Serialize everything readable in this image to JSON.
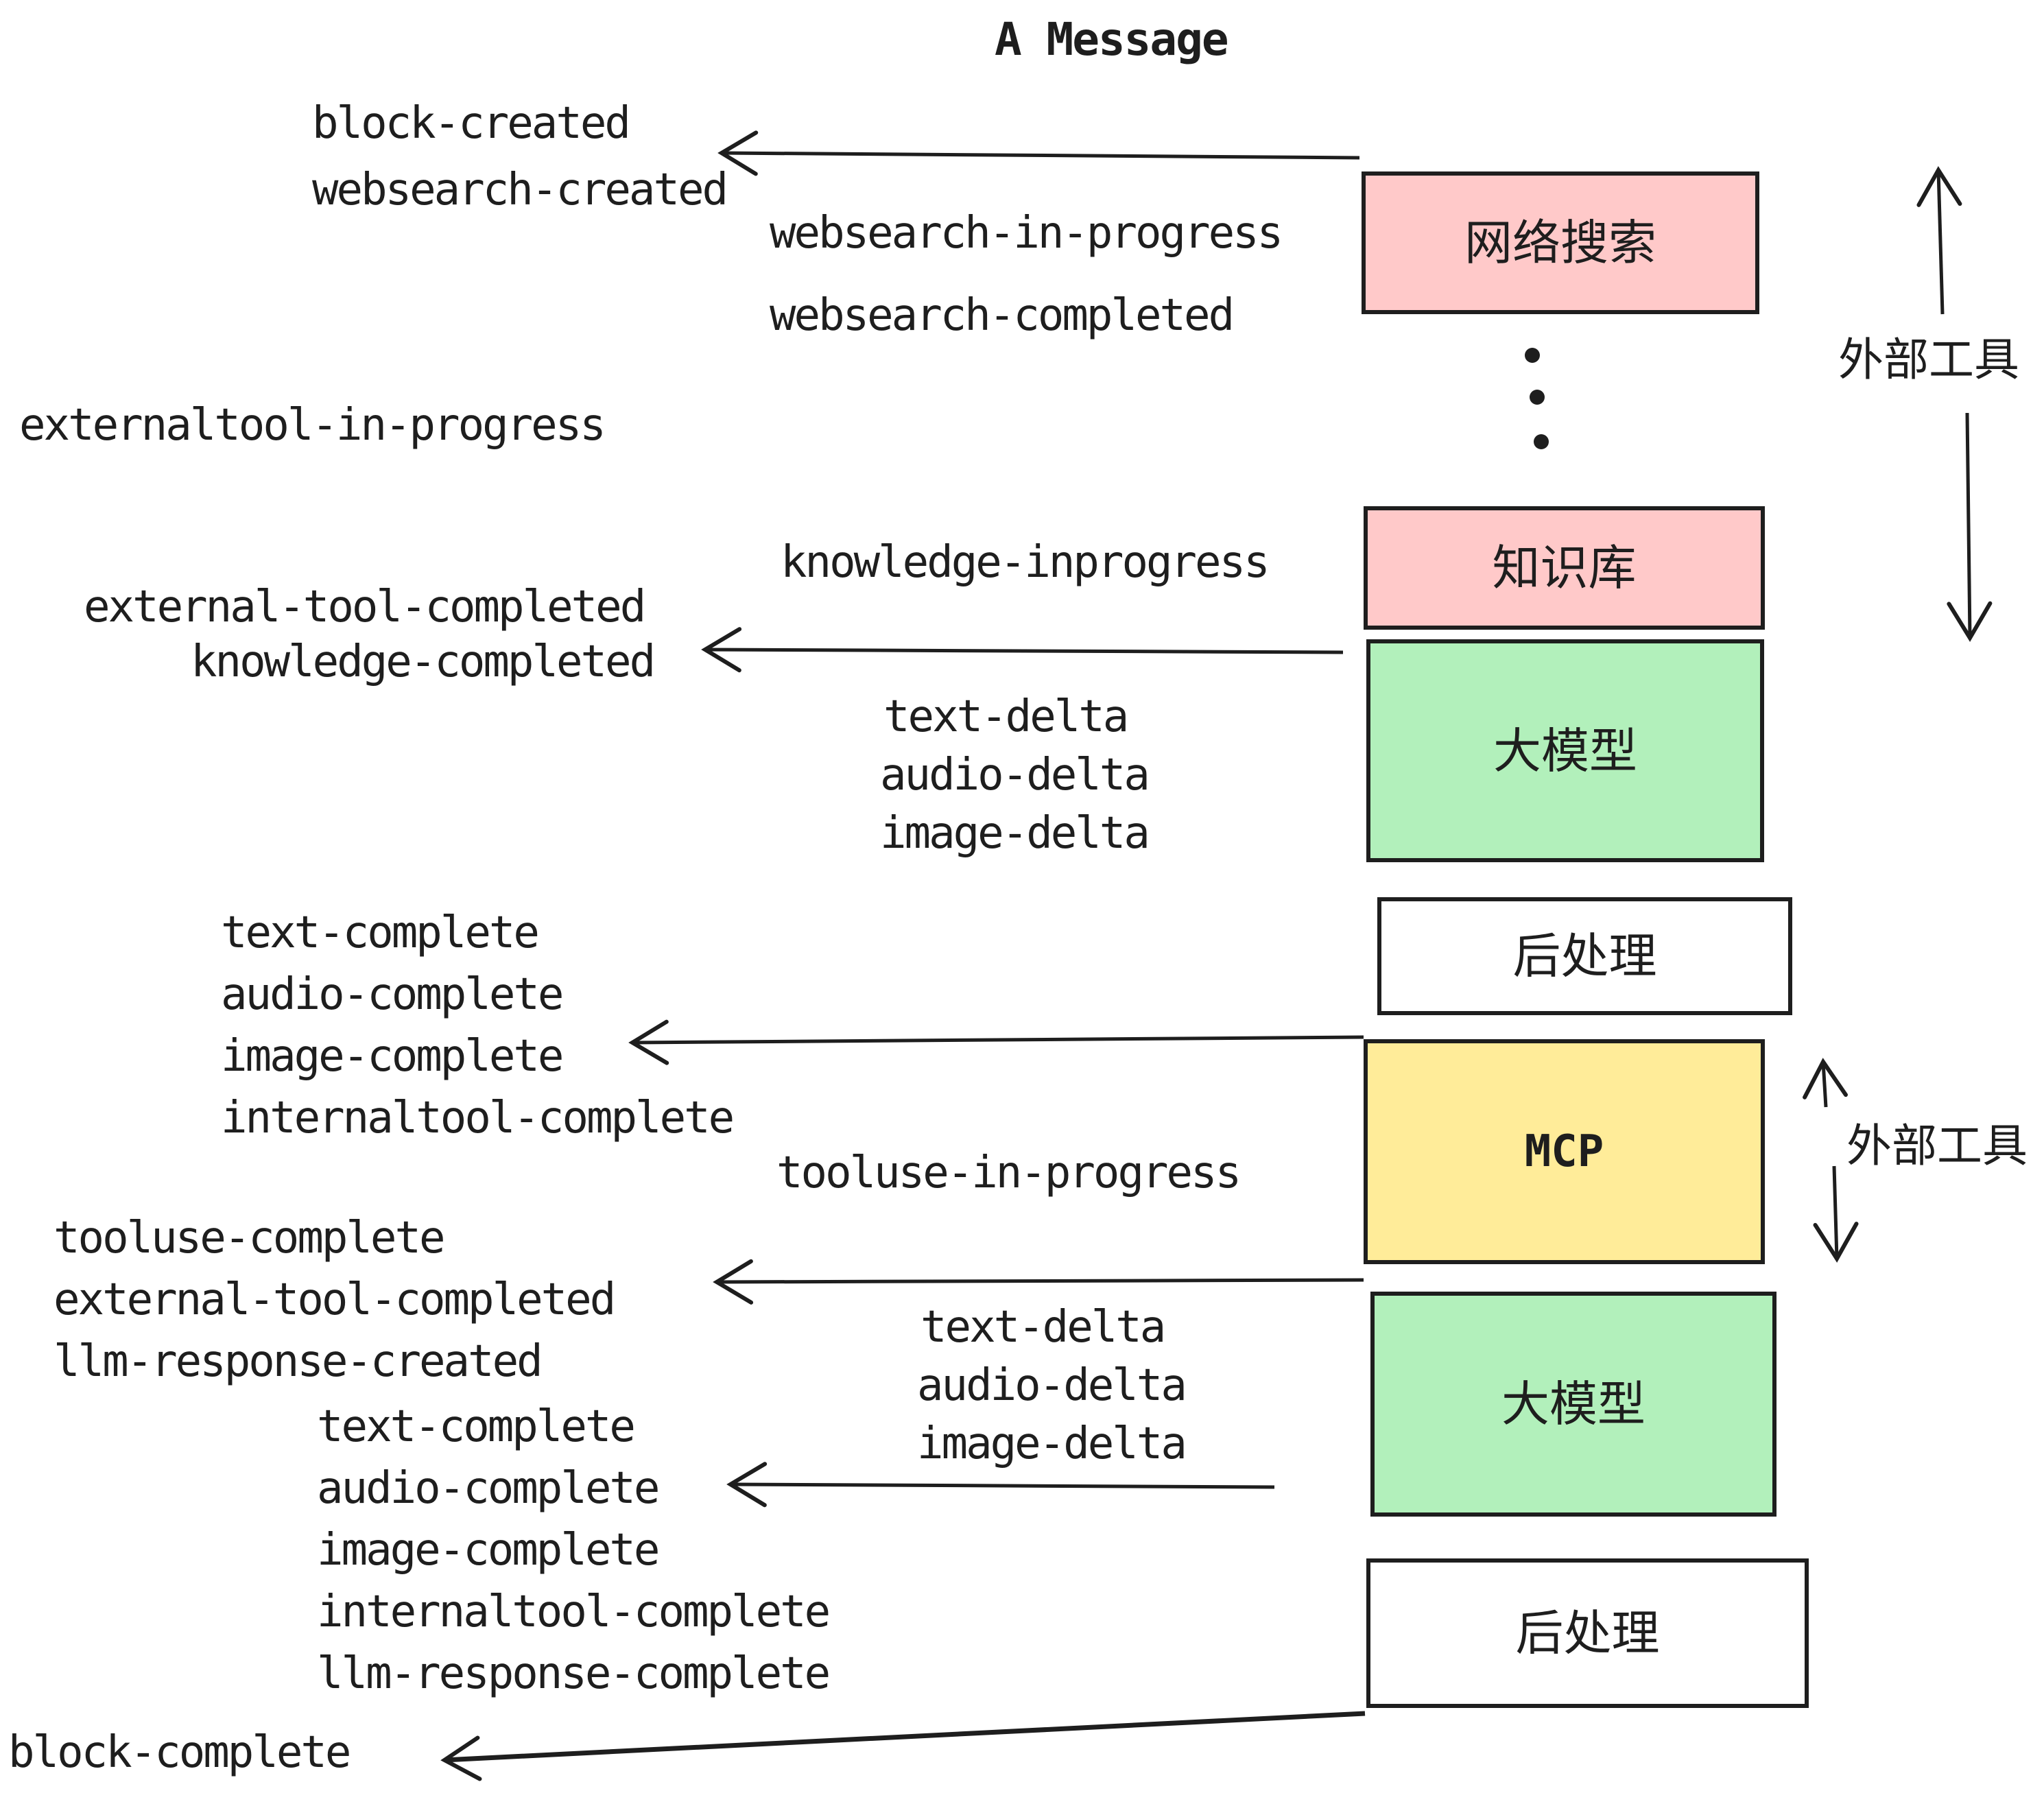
{
  "title": "A Message",
  "colors": {
    "ink": "#1E1E1E",
    "box_pink": "#FFC9C9",
    "box_green": "#B2F0BB",
    "box_yellow": "#FFEC99",
    "box_white": "#FFFFFF",
    "background": "#FFFFFF"
  },
  "boxes": {
    "websearch": {
      "label": "网络搜索",
      "color": "#FFC9C9"
    },
    "knowledge": {
      "label": "知识库",
      "color": "#FFC9C9"
    },
    "llm_top": {
      "label": "大模型",
      "color": "#B2F0BB"
    },
    "post_top": {
      "label": "后处理",
      "color": "#FFFFFF"
    },
    "mcp": {
      "label": "MCP",
      "color": "#FFEC99"
    },
    "llm_bottom": {
      "label": "大模型",
      "color": "#B2F0BB"
    },
    "post_bottom": {
      "label": "后处理",
      "color": "#FFFFFF"
    }
  },
  "side_labels": {
    "external_tools_top": "外部工具",
    "external_tools_bottom": "外部工具"
  },
  "events": {
    "block_created": "block-created",
    "websearch_created": "websearch-created",
    "websearch_in_progress": "websearch-in-progress",
    "websearch_completed": "websearch-completed",
    "externaltool_in_progress": "externaltool-in-progress",
    "knowledge_inprogress": "knowledge-inprogress",
    "external_tool_completed_1": "external-tool-completed",
    "knowledge_completed": "knowledge-completed",
    "text_delta_1": "text-delta",
    "audio_delta_1": "audio-delta",
    "image_delta_1": "image-delta",
    "text_complete_1": "text-complete",
    "audio_complete_1": "audio-complete",
    "image_complete_1": "image-complete",
    "internaltool_complete_1": "internaltool-complete",
    "tooluse_in_progress": "tooluse-in-progress",
    "tooluse_complete": "tooluse-complete",
    "external_tool_completed_2": "external-tool-completed",
    "llm_response_created": "llm-response-created",
    "text_delta_2": "text-delta",
    "audio_delta_2": "audio-delta",
    "image_delta_2": "image-delta",
    "text_complete_2": "text-complete",
    "audio_complete_2": "audio-complete",
    "image_complete_2": "image-complete",
    "internaltool_complete_2": "internaltool-complete",
    "llm_response_complete": "llm-response-complete",
    "block_complete": "block-complete"
  }
}
